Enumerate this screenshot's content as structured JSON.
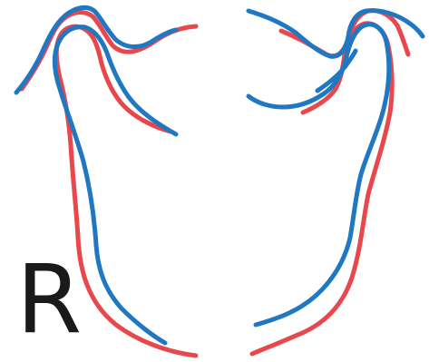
{
  "label": {
    "text": "R",
    "color": "#1a1a1a"
  },
  "contours": [
    {
      "id": "red-contour",
      "color": "#e8474c"
    },
    {
      "id": "blue-contour",
      "color": "#1f78c1"
    }
  ]
}
